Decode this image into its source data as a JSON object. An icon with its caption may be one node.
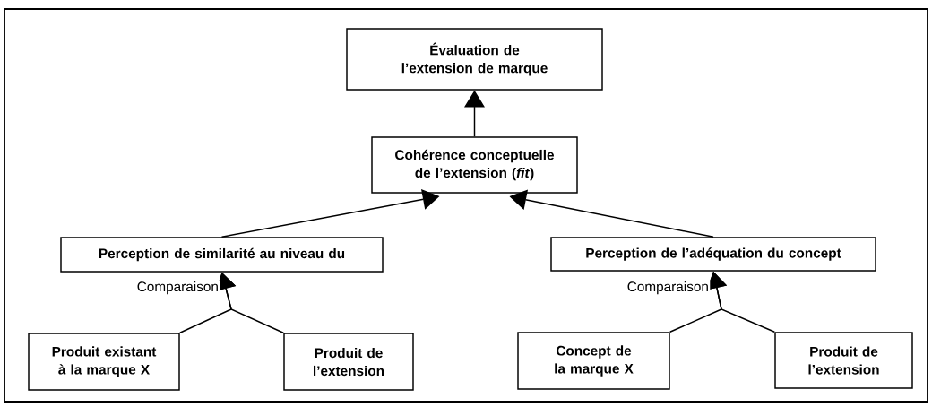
{
  "diagram": {
    "nodes": [
      {
        "text": [
          "Évaluation de l’extension de marque"
        ]
      },
      {
        "text": [
          "Cohérence conceptuelle de l’extension (*fit*)"
        ]
      },
      {
        "text": [
          "Perception de similarité au niveau du"
        ]
      },
      {
        "text": [
          "Perception de l’adéquation du concept"
        ]
      },
      {
        "text": [
          "Produit existant à la marque X"
        ]
      },
      {
        "text": [
          "Produit de l’extension"
        ]
      },
      {
        "text": [
          "Concept de la marque X"
        ]
      },
      {
        "text": [
          "Produit de l’extension"
        ]
      }
    ],
    "edges": [
      {
        "from": 1,
        "to": 0,
        "arrow": "to"
      },
      {
        "from": 2,
        "to": 1,
        "arrow": "to"
      },
      {
        "from": 3,
        "to": 1,
        "arrow": "to"
      },
      {
        "from": 4,
        "to": 2,
        "arrow": "to",
        "label": "Comparaison"
      },
      {
        "from": 5,
        "to": 2,
        "arrow": "to"
      },
      {
        "from": 6,
        "to": 3,
        "arrow": "to",
        "label": "Comparaison"
      },
      {
        "from": 7,
        "to": 3,
        "arrow": "to"
      }
    ]
  }
}
